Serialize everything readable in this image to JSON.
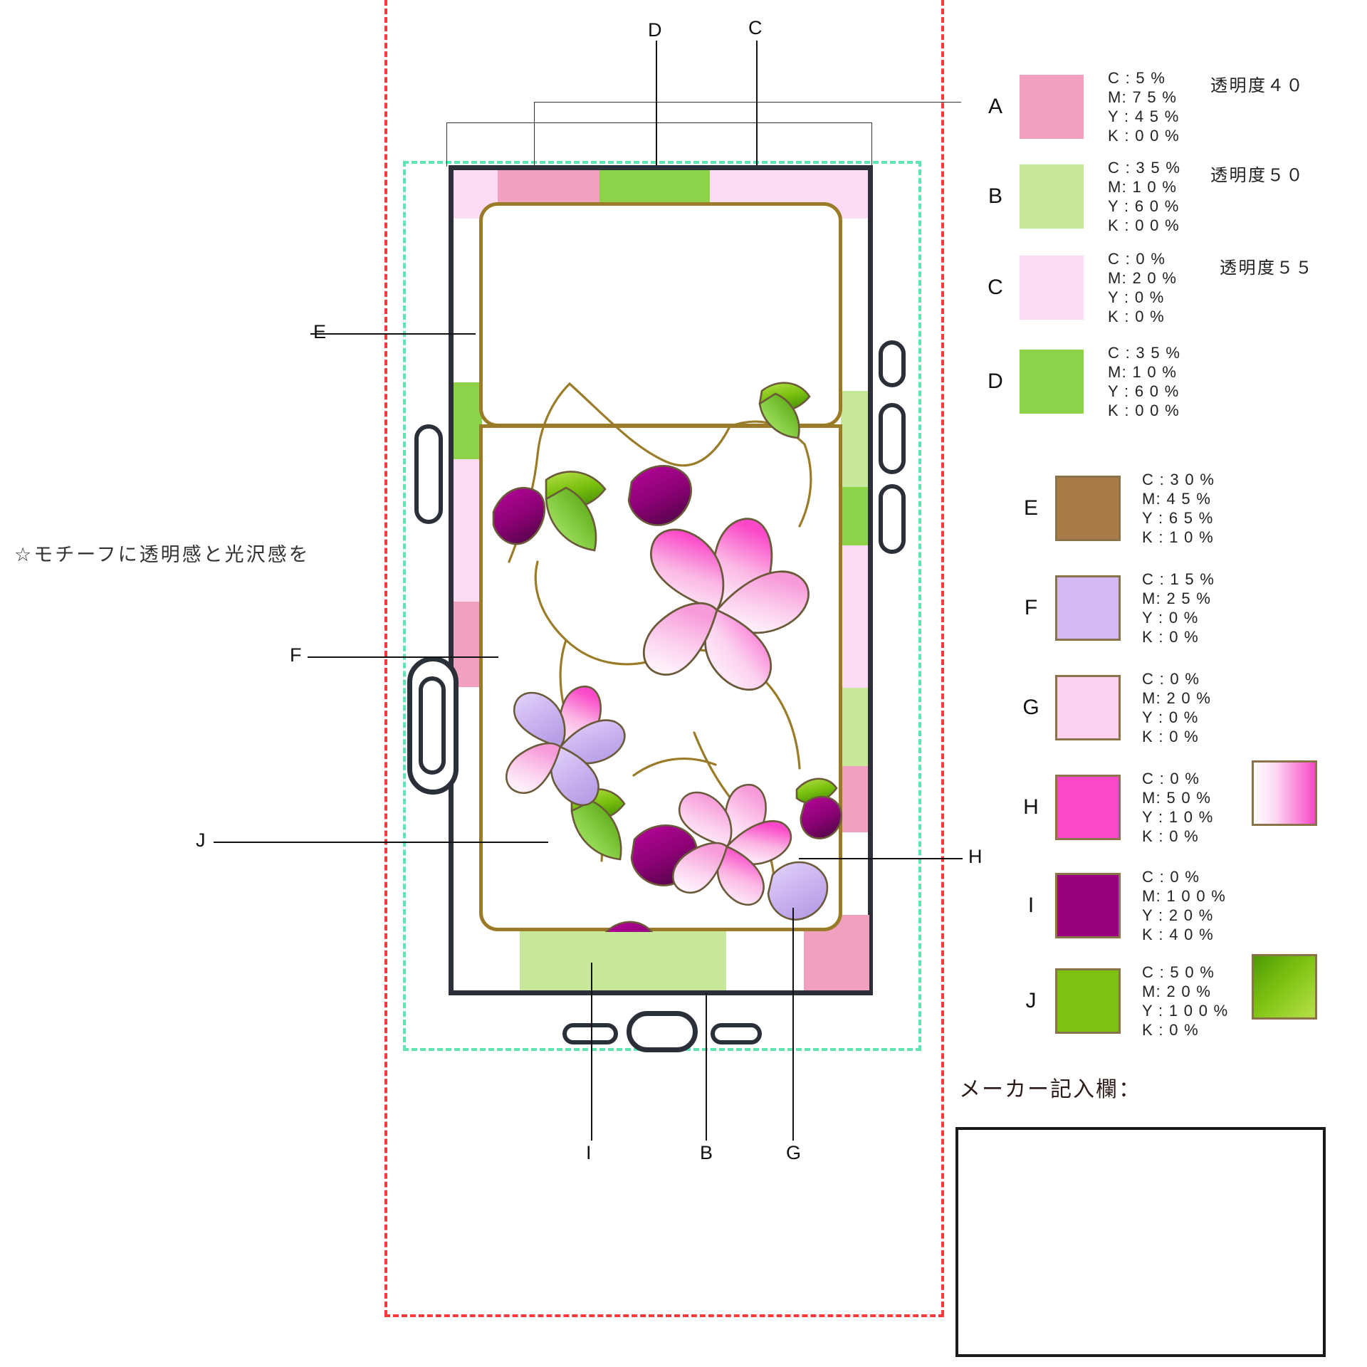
{
  "note": {
    "text": "☆モチーフに透明感と光沢感を"
  },
  "maker": {
    "label": "メーカー記入欄："
  },
  "callouts": {
    "top": [
      {
        "id": "D",
        "label": "D"
      },
      {
        "id": "C",
        "label": "C"
      }
    ],
    "left": [
      {
        "id": "E",
        "label": "E"
      },
      {
        "id": "F",
        "label": "F"
      },
      {
        "id": "J",
        "label": "J"
      }
    ],
    "right": [
      {
        "id": "H",
        "label": "H"
      }
    ],
    "bottom": [
      {
        "id": "I",
        "label": "I"
      },
      {
        "id": "B",
        "label": "B"
      },
      {
        "id": "G",
        "label": "G"
      }
    ]
  },
  "legend_primary": [
    {
      "letter": "A",
      "hex": "#f2a0bf",
      "c": "C : 5 %",
      "m": "M: 7 5 %",
      "y": "Y : 4 5 %",
      "k": "K : 0 0 %",
      "opacity_label": "透明度４０"
    },
    {
      "letter": "B",
      "hex": "#c7e79a",
      "c": "C : 3 5 %",
      "m": "M: 1 0 %",
      "y": "Y : 6 0 %",
      "k": "K : 0 0 %",
      "opacity_label": "透明度５０"
    },
    {
      "letter": "C",
      "hex": "#fbdcf4",
      "c": "C : 0 %",
      "m": "M: 2 0 %",
      "y": "Y : 0 %",
      "k": "K : 0 %",
      "opacity_label": "透明度５５"
    },
    {
      "letter": "D",
      "hex": "#8cd34a",
      "c": "C : 3 5 %",
      "m": "M: 1 0 %",
      "y": "Y : 6 0 %",
      "k": "K : 0 0 %",
      "opacity_label": ""
    }
  ],
  "legend_secondary": [
    {
      "letter": "E",
      "hex": "#a87c48",
      "c": "C : 3 0 %",
      "m": "M: 4 5 %",
      "y": "Y : 6 5 %",
      "k": "K : 1 0 %",
      "gradient": null
    },
    {
      "letter": "F",
      "hex": "#d6b8f2",
      "c": "C : 1 5 %",
      "m": "M: 2 5 %",
      "y": "Y : 0 %",
      "k": "K : 0 %",
      "gradient": null
    },
    {
      "letter": "G",
      "hex": "#fbd3f0",
      "c": "C : 0 %",
      "m": "M: 2 0 %",
      "y": "Y : 0 %",
      "k": "K : 0 %",
      "gradient": null
    },
    {
      "letter": "H",
      "hex": "#fa49c8",
      "c": "C : 0 %",
      "m": "M: 5 0 %",
      "y": "Y : 1 0 %",
      "k": "K : 0 %",
      "gradient": "linear-gradient(90deg,#ffffff 0%,#fdd9f2 35%,#fa49c8 100%)"
    },
    {
      "letter": "I",
      "hex": "#99017f",
      "c": "C : 0 %",
      "m": "M: 1 0 0 %",
      "y": "Y : 2 0 %",
      "k": "K : 4 0 %",
      "gradient": null
    },
    {
      "letter": "J",
      "hex": "#7cc210",
      "c": "C : 5 0 %",
      "m": "M: 2 0 %",
      "y": "Y : 1 0 0 %",
      "k": "K : 0 %",
      "gradient": "linear-gradient(135deg,#4e9a06 0%,#7cc210 45%,#b7e04a 100%)"
    }
  ],
  "artwork": {
    "title": "stained-glass floral phone case",
    "colors": {
      "vine": "#9a7c28",
      "leaf_light": "#8cd34a",
      "leaf_dark": "#4e9a06",
      "bud_purple": "#99017f",
      "petal_magenta": "#fa49c8",
      "petal_pink": "#f7a8dd",
      "petal_lilac": "#c9b2ef",
      "outline": "#6b5a3a"
    },
    "bands": {
      "top": [
        "C",
        "A",
        "D",
        "C"
      ],
      "left": [
        "D",
        "C",
        "A"
      ],
      "right": [
        "B",
        "D",
        "C",
        "A"
      ],
      "bottom": [
        "B",
        "A"
      ]
    }
  },
  "guides": {
    "bleed_color": "#fb3b3b",
    "safe_color": "#5ce6b0"
  }
}
